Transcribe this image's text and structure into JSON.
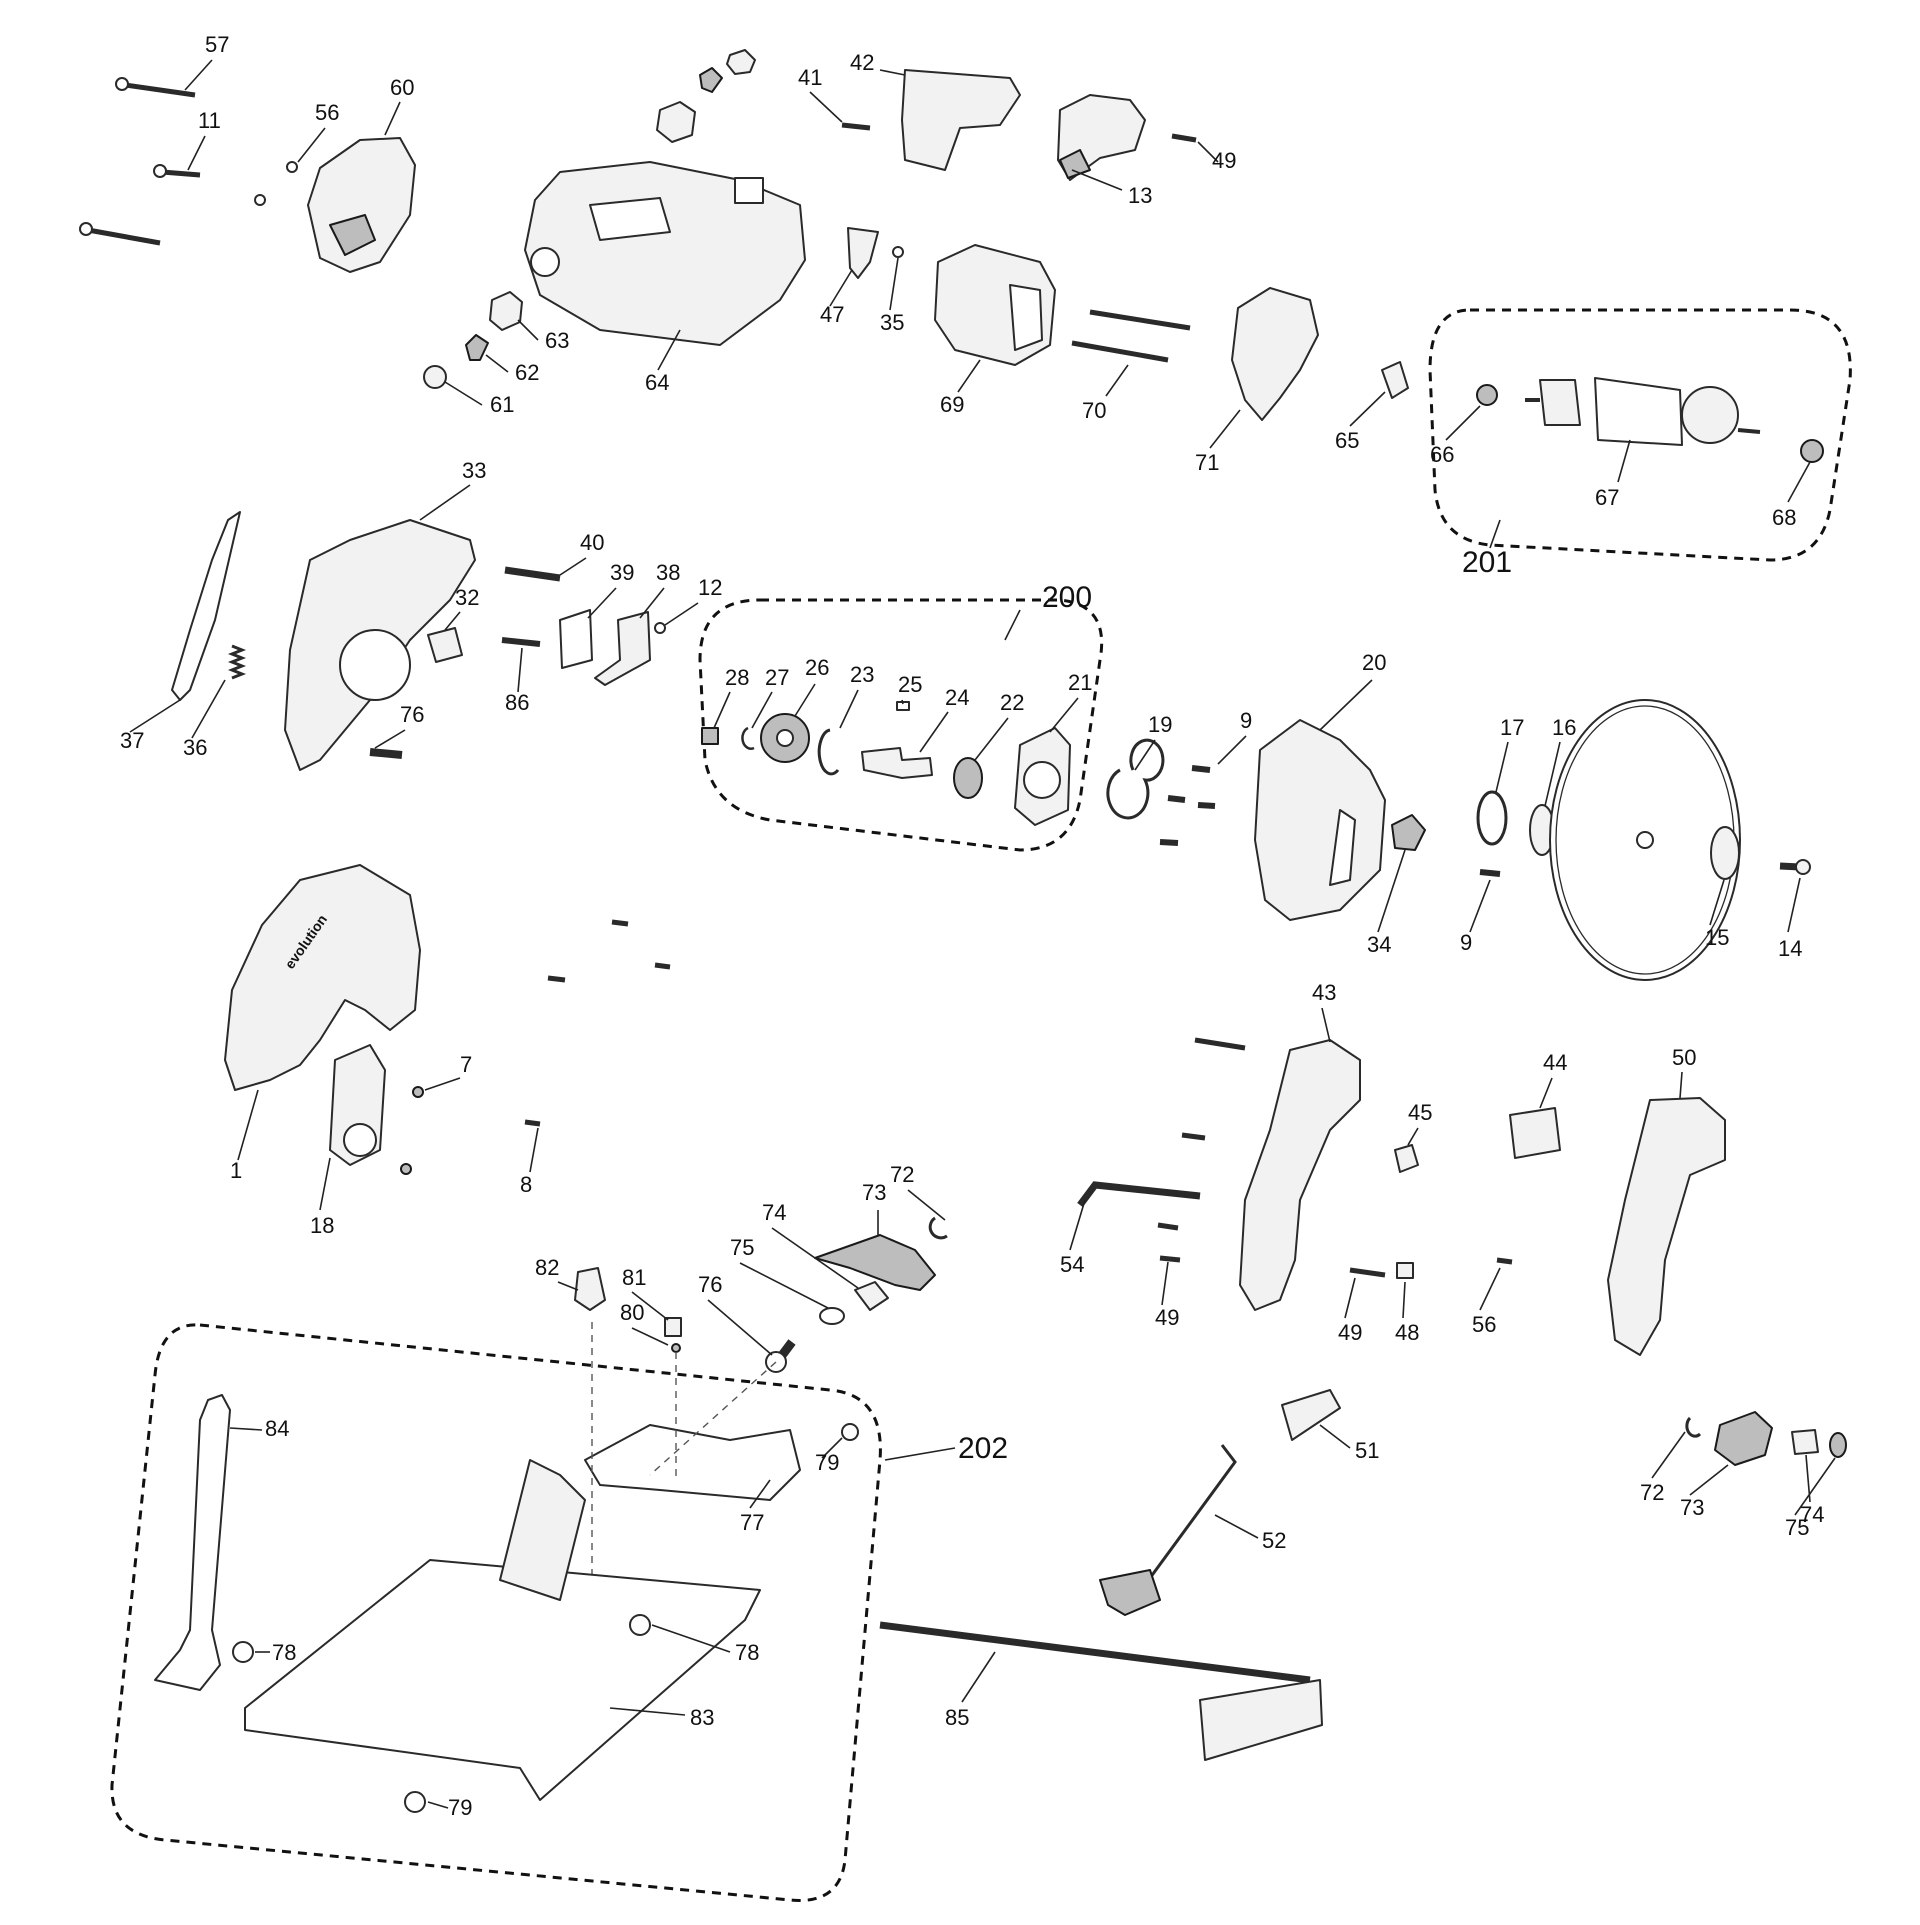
{
  "diagram": {
    "brand_text": "evolution",
    "group_labels": [
      "200",
      "201",
      "202"
    ],
    "part_numbers": [
      "1",
      "7",
      "8",
      "9",
      "9",
      "11",
      "12",
      "13",
      "14",
      "15",
      "16",
      "17",
      "18",
      "19",
      "20",
      "21",
      "22",
      "23",
      "24",
      "25",
      "26",
      "27",
      "28",
      "32",
      "33",
      "34",
      "35",
      "36",
      "37",
      "38",
      "39",
      "40",
      "41",
      "42",
      "43",
      "44",
      "45",
      "47",
      "48",
      "49",
      "49",
      "49",
      "50",
      "51",
      "52",
      "54",
      "56",
      "56",
      "57",
      "60",
      "61",
      "62",
      "63",
      "64",
      "65",
      "66",
      "67",
      "68",
      "69",
      "70",
      "71",
      "72",
      "72",
      "73",
      "73",
      "74",
      "74",
      "75",
      "75",
      "76",
      "76",
      "77",
      "78",
      "78",
      "79",
      "79",
      "80",
      "81",
      "82",
      "83",
      "84",
      "85",
      "86"
    ]
  }
}
